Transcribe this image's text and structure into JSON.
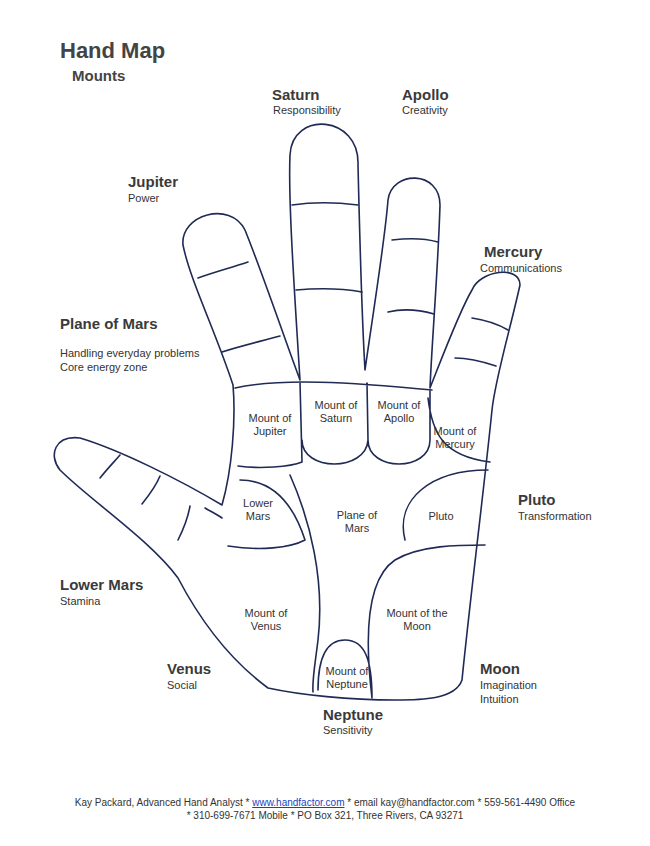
{
  "diagram": {
    "title": "Hand Map",
    "nodes": [
      {
        "text": [
          "Mount of Jupiter"
        ]
      },
      {
        "text": [
          "Mount of Saturn"
        ]
      },
      {
        "text": [
          "Mount of Apollo"
        ]
      },
      {
        "text": [
          "Mount of Mercury"
        ]
      },
      {
        "text": [
          "Lower Mars"
        ]
      },
      {
        "text": [
          "Plane of Mars"
        ]
      },
      {
        "text": [
          "Pluto"
        ]
      },
      {
        "text": [
          "Mount of Venus"
        ]
      },
      {
        "text": [
          "Mount of the Moon"
        ]
      },
      {
        "text": [
          "Mount of Neptune"
        ]
      }
    ],
    "labels": [
      "Mounts",
      "Saturn",
      "Responsibility",
      "Apollo",
      "Creativity",
      "Jupiter",
      "Power",
      "Mercury",
      "Communications",
      "Plane of Mars",
      "Handling everyday problems",
      "Core energy zone",
      "Pluto",
      "Transformation",
      "Lower Mars",
      "Stamina",
      "Venus",
      "Social",
      "Moon",
      "Imagination",
      "Intuition",
      "Neptune",
      "Sensitivity",
      "Kay Packard, Advanced Hand Analyst *",
      "www.handfactor.com",
      "* email kay@handfactor.com * 559-561-4490 Office",
      "* 310-699-7671 Mobile * PO Box 321, Three Rivers, CA 93271"
    ]
  }
}
